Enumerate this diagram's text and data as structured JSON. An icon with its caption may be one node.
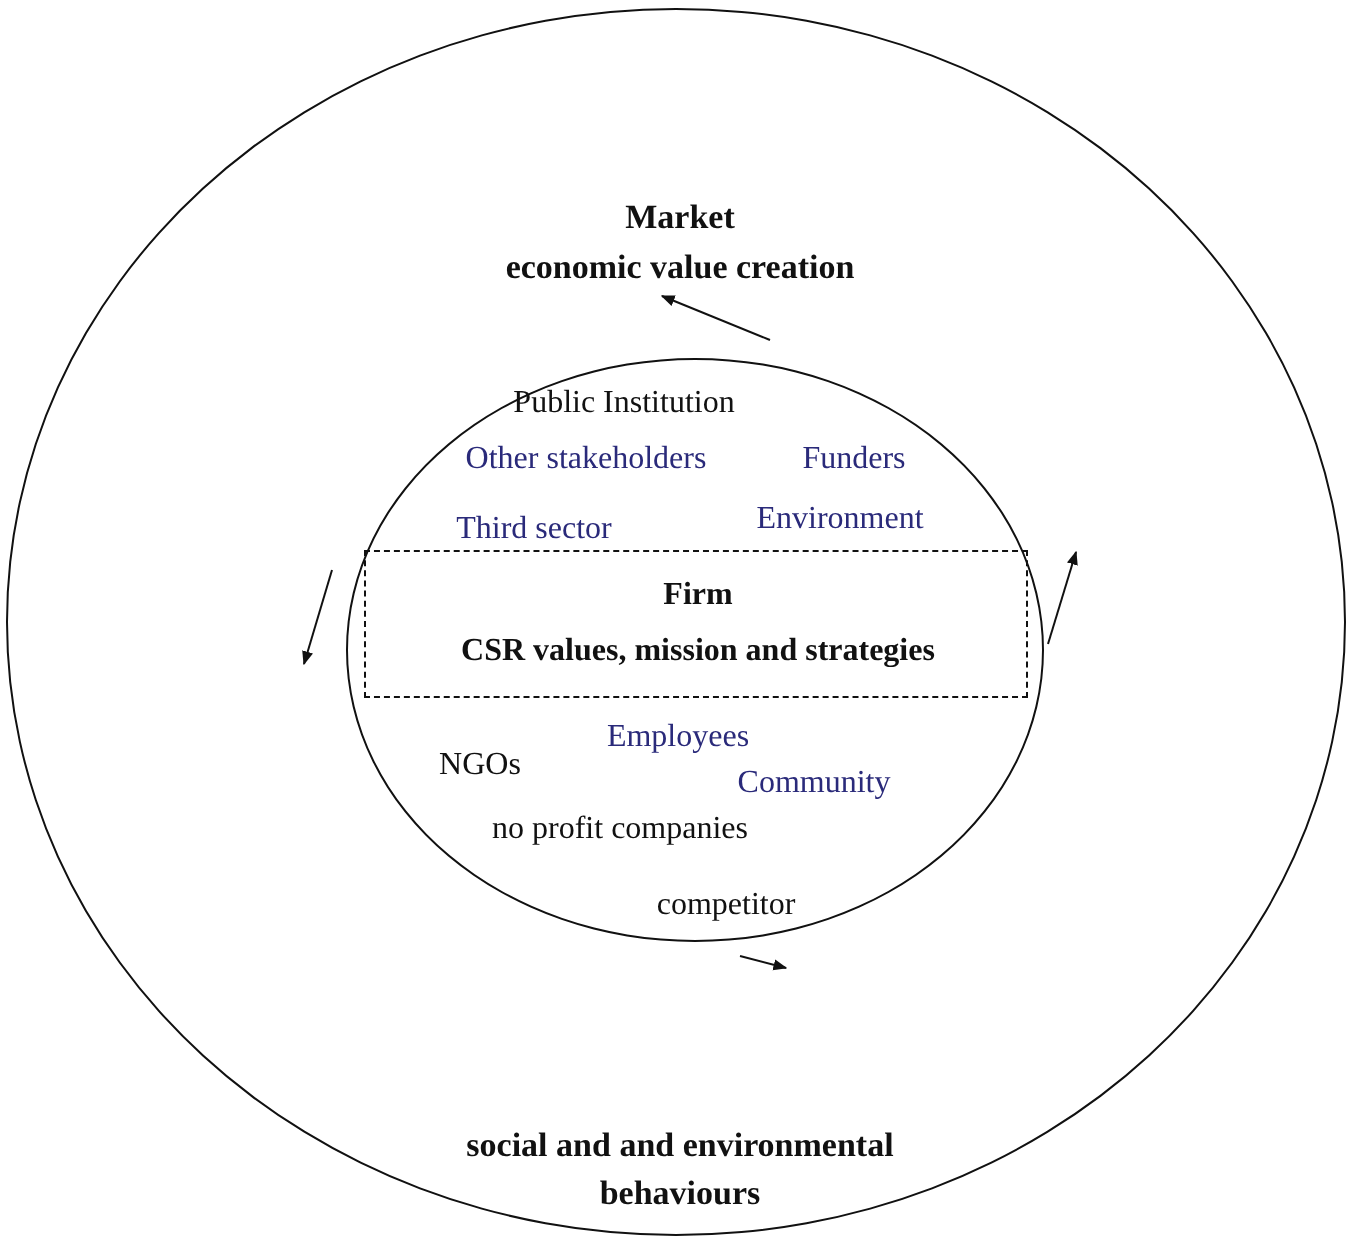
{
  "diagram": {
    "nodes": [
      {
        "text": [
          "Market",
          "economic value creation",
          "social and and environmental behaviours"
        ]
      },
      {
        "text": [
          "Public Institution",
          "Other stakeholders",
          "Funders",
          "Third sector",
          "Environment",
          "Employees",
          "NGOs",
          "Community",
          "no profit companies",
          "competitor"
        ],
        "in": 0
      },
      {
        "text": [
          "Firm",
          "CSR values, mission and strategies"
        ],
        "in": 1
      }
    ],
    "edges": []
  }
}
